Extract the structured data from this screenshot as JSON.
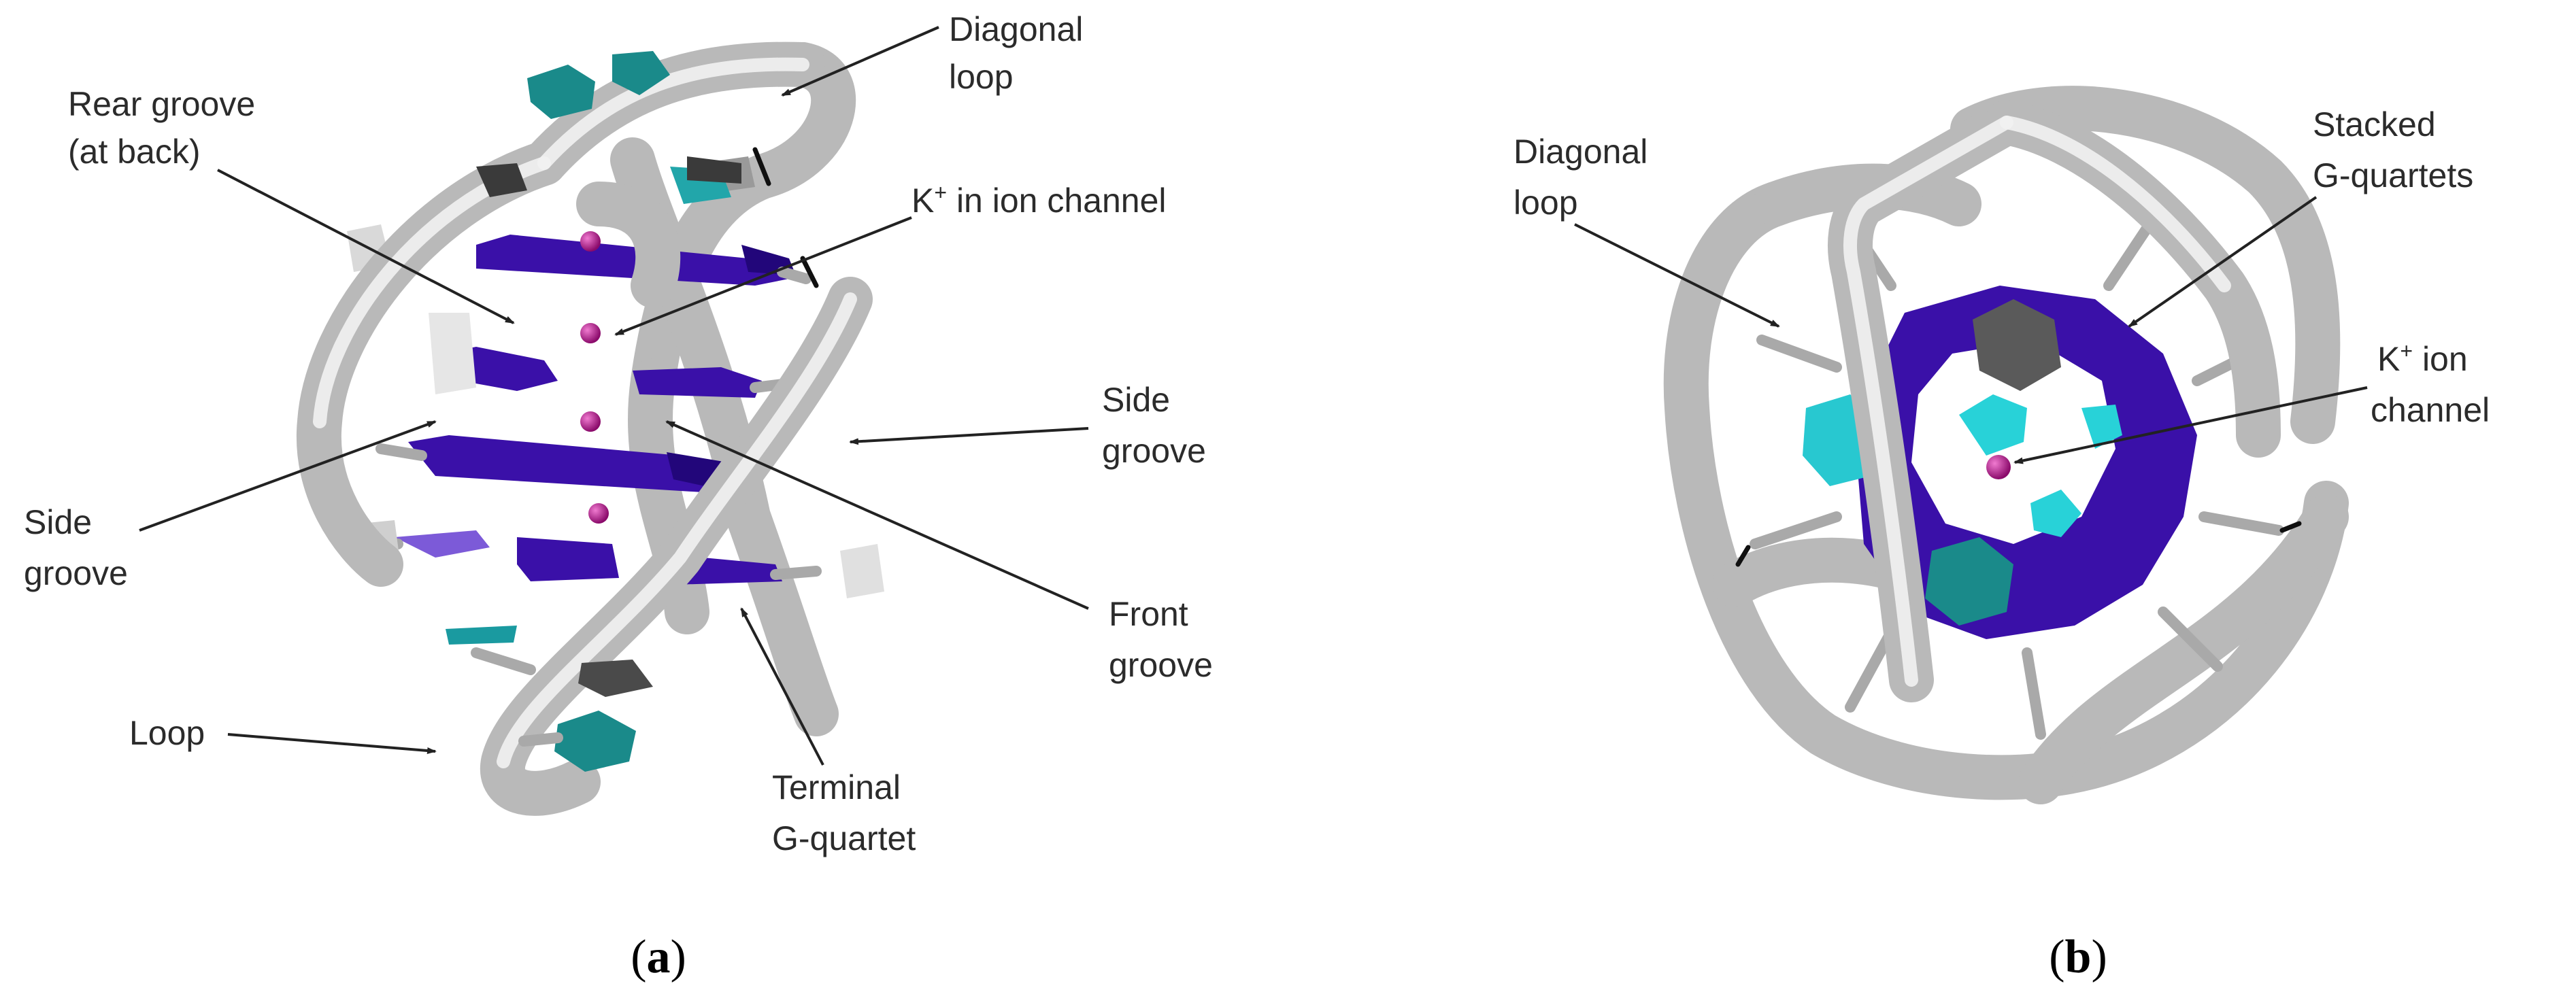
{
  "panel_a": {
    "caption_open": "(",
    "caption_letter": "a",
    "caption_close": ")",
    "labels": {
      "diagonal_loop_1": "Diagonal",
      "diagonal_loop_2": "loop",
      "rear_groove_1": "Rear groove",
      "rear_groove_2": "(at back)",
      "k_ion_channel_k": "K",
      "k_ion_channel_plus": "+",
      "k_ion_channel_rest": " in ion channel",
      "side_groove_right_1": "Side",
      "side_groove_right_2": "groove",
      "side_groove_left_1": "Side",
      "side_groove_left_2": "groove",
      "front_groove_1": "Front",
      "front_groove_2": "groove",
      "loop": "Loop",
      "terminal_quartet_1": "Terminal",
      "terminal_quartet_2": "G-quartet"
    }
  },
  "panel_b": {
    "caption_open": "(",
    "caption_letter": "b",
    "caption_close": ")",
    "labels": {
      "diagonal_loop_1": "Diagonal",
      "diagonal_loop_2": "loop",
      "stacked_quartets_1": "Stacked",
      "stacked_quartets_2": "G-quartets",
      "k_ion_channel_k": "K",
      "k_ion_channel_plus": "+",
      "k_ion_channel_rest": " ion",
      "k_ion_channel_2": "channel"
    }
  },
  "colors": {
    "backbone": "#c8c8c8",
    "guanine": "#3a10a8",
    "guanine_light": "#6a4fd0",
    "cyan_base": "#28d2d8",
    "teal_base": "#1a8a8a",
    "dark_base": "#5a5a5a",
    "potassium": "#b0108a"
  }
}
